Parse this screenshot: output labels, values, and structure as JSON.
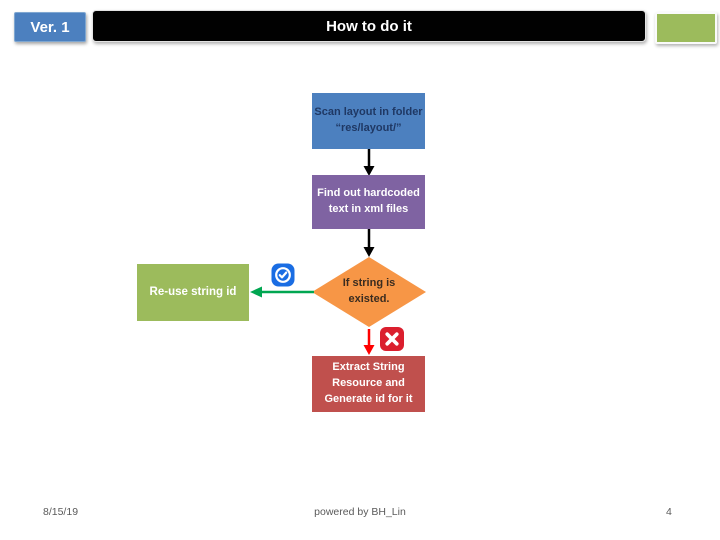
{
  "slide": {
    "version_label": "Ver. 1",
    "title": "How to do it"
  },
  "flowchart": {
    "scan_step": "Scan layout in folder\n“res/layout/”",
    "find_step": "Find out hardcoded\ntext in xml files",
    "decision": "If string is\nexisted.",
    "yes_branch": "Re-use string id",
    "no_branch": "Extract String\nResource and\nGenerate id for it",
    "yes_icon": "check-icon",
    "no_icon": "cross-icon"
  },
  "footer": {
    "date": "8/15/19",
    "credit": "powered by BH_Lin",
    "page_number": "4"
  },
  "colors": {
    "version_badge_bg": "#4c80bf",
    "title_banner_bg": "#010101",
    "corner_accent_bg": "#9cbb5c",
    "node_scan_bg": "#4c80bf",
    "node_scan_text": "#1f3864",
    "node_find_bg": "#7f63a2",
    "decision_bg": "#f79646",
    "node_reuse_bg": "#9cbb5c",
    "node_extract_bg": "#c0504d",
    "arrow_black": "#000000",
    "arrow_yes_green": "#00a651",
    "arrow_no_red": "#ff0000",
    "check_icon_blue": "#1a6de3",
    "cross_icon_red": "#db1f2e"
  }
}
